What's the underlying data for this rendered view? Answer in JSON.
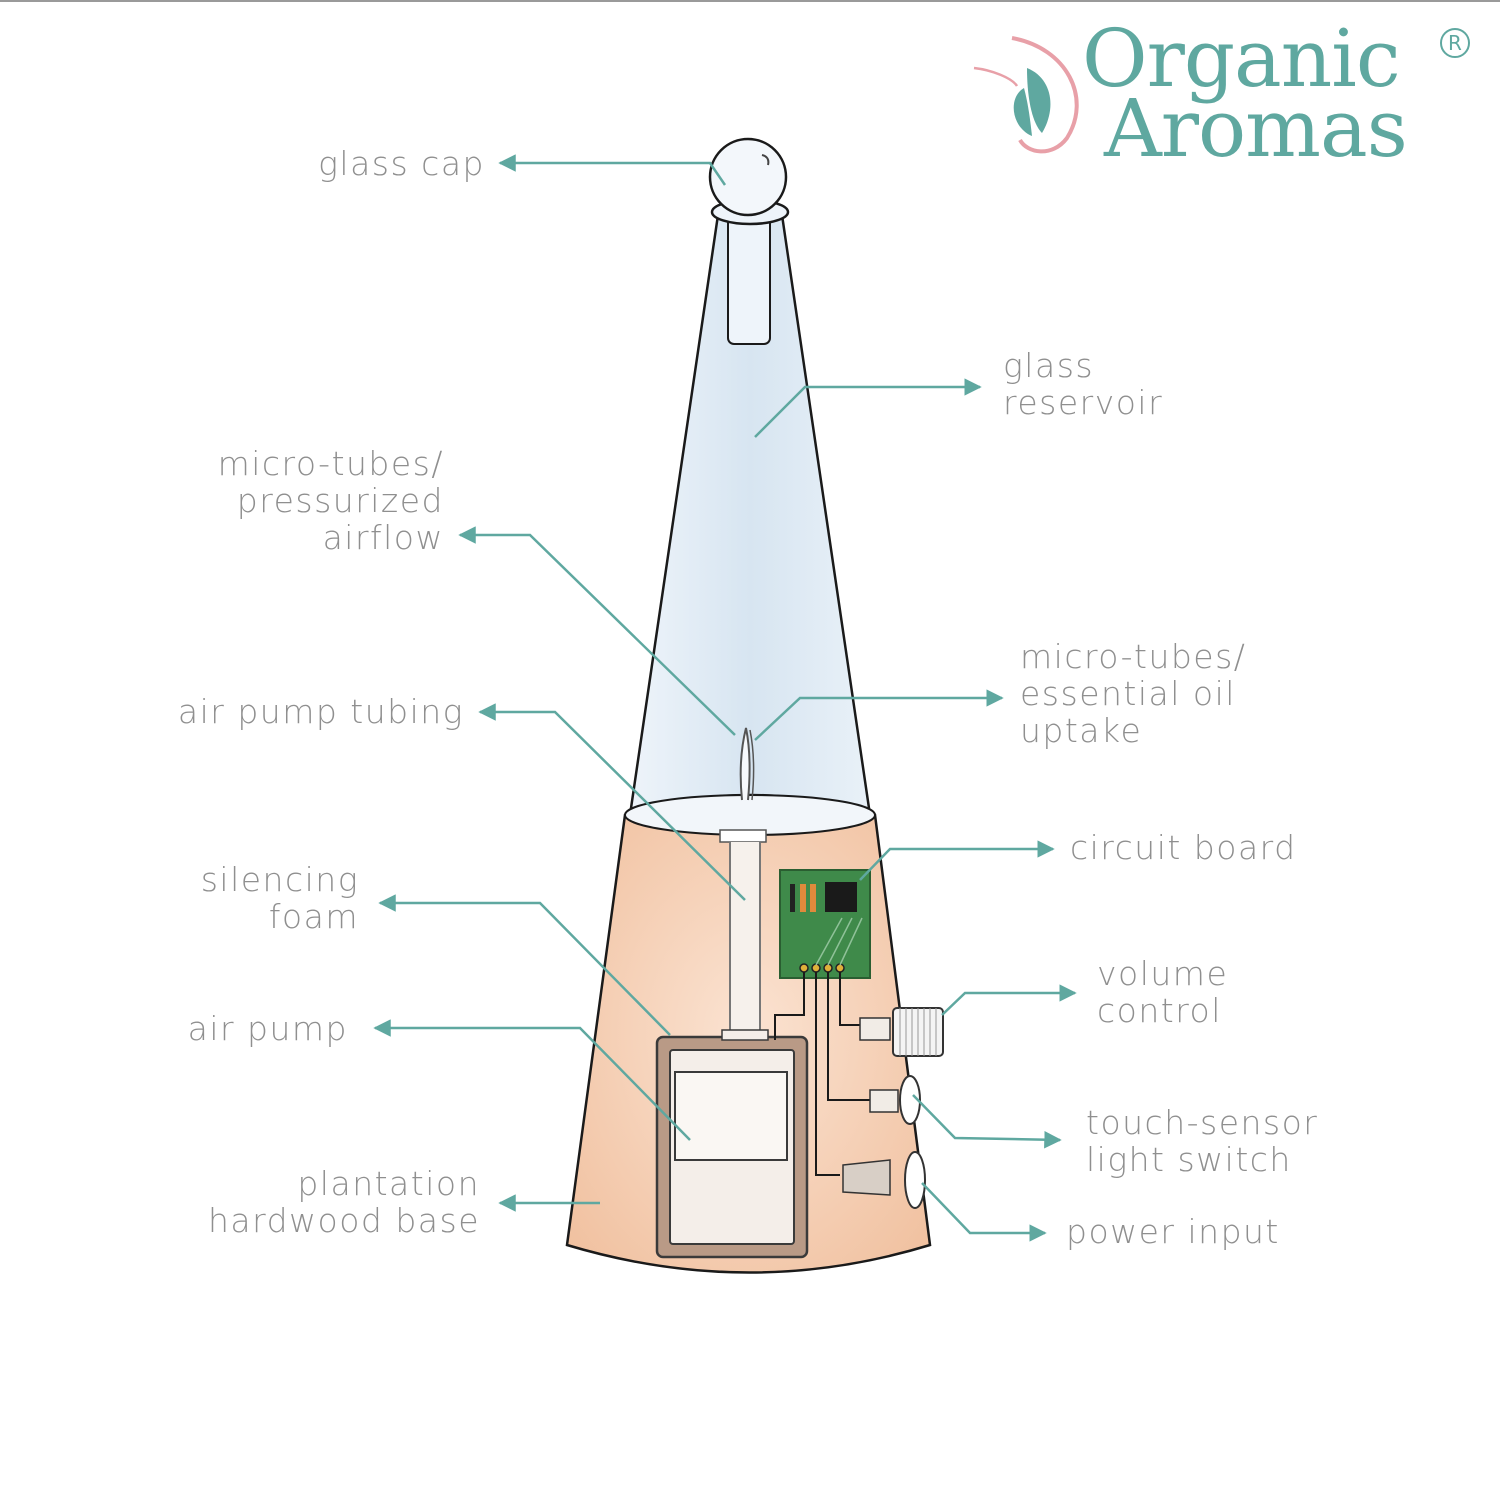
{
  "brand": {
    "line1": "Organic",
    "line2": "Aromas",
    "registered": "R",
    "teal": "#5fa8a0",
    "pink": "#e8a0a8"
  },
  "labels": {
    "glass_cap": [
      "glass cap"
    ],
    "glass_reservoir": [
      "glass",
      "reservoir"
    ],
    "micro_tubes_airflow": [
      "micro-tubes/",
      "pressurized",
      "airflow"
    ],
    "air_pump_tubing": [
      "air pump tubing"
    ],
    "micro_tubes_uptake": [
      "micro-tubes/",
      "essential oil",
      "uptake"
    ],
    "circuit_board": [
      "circuit board"
    ],
    "silencing_foam": [
      "silencing",
      "foam"
    ],
    "volume_control": [
      "volume",
      "control"
    ],
    "air_pump": [
      "air pump"
    ],
    "touch_sensor": [
      "touch-sensor",
      "light switch"
    ],
    "plantation_base": [
      "plantation",
      "hardwood base"
    ],
    "power_input": [
      "power input"
    ]
  },
  "colors": {
    "leader": "#5fa8a0",
    "label_text": "#8f8f8f",
    "base_fill": "#f3c9ad",
    "glass_fill": "#dde9f3",
    "outline": "#1a1a1a",
    "pcb": "#3f8a4a"
  }
}
